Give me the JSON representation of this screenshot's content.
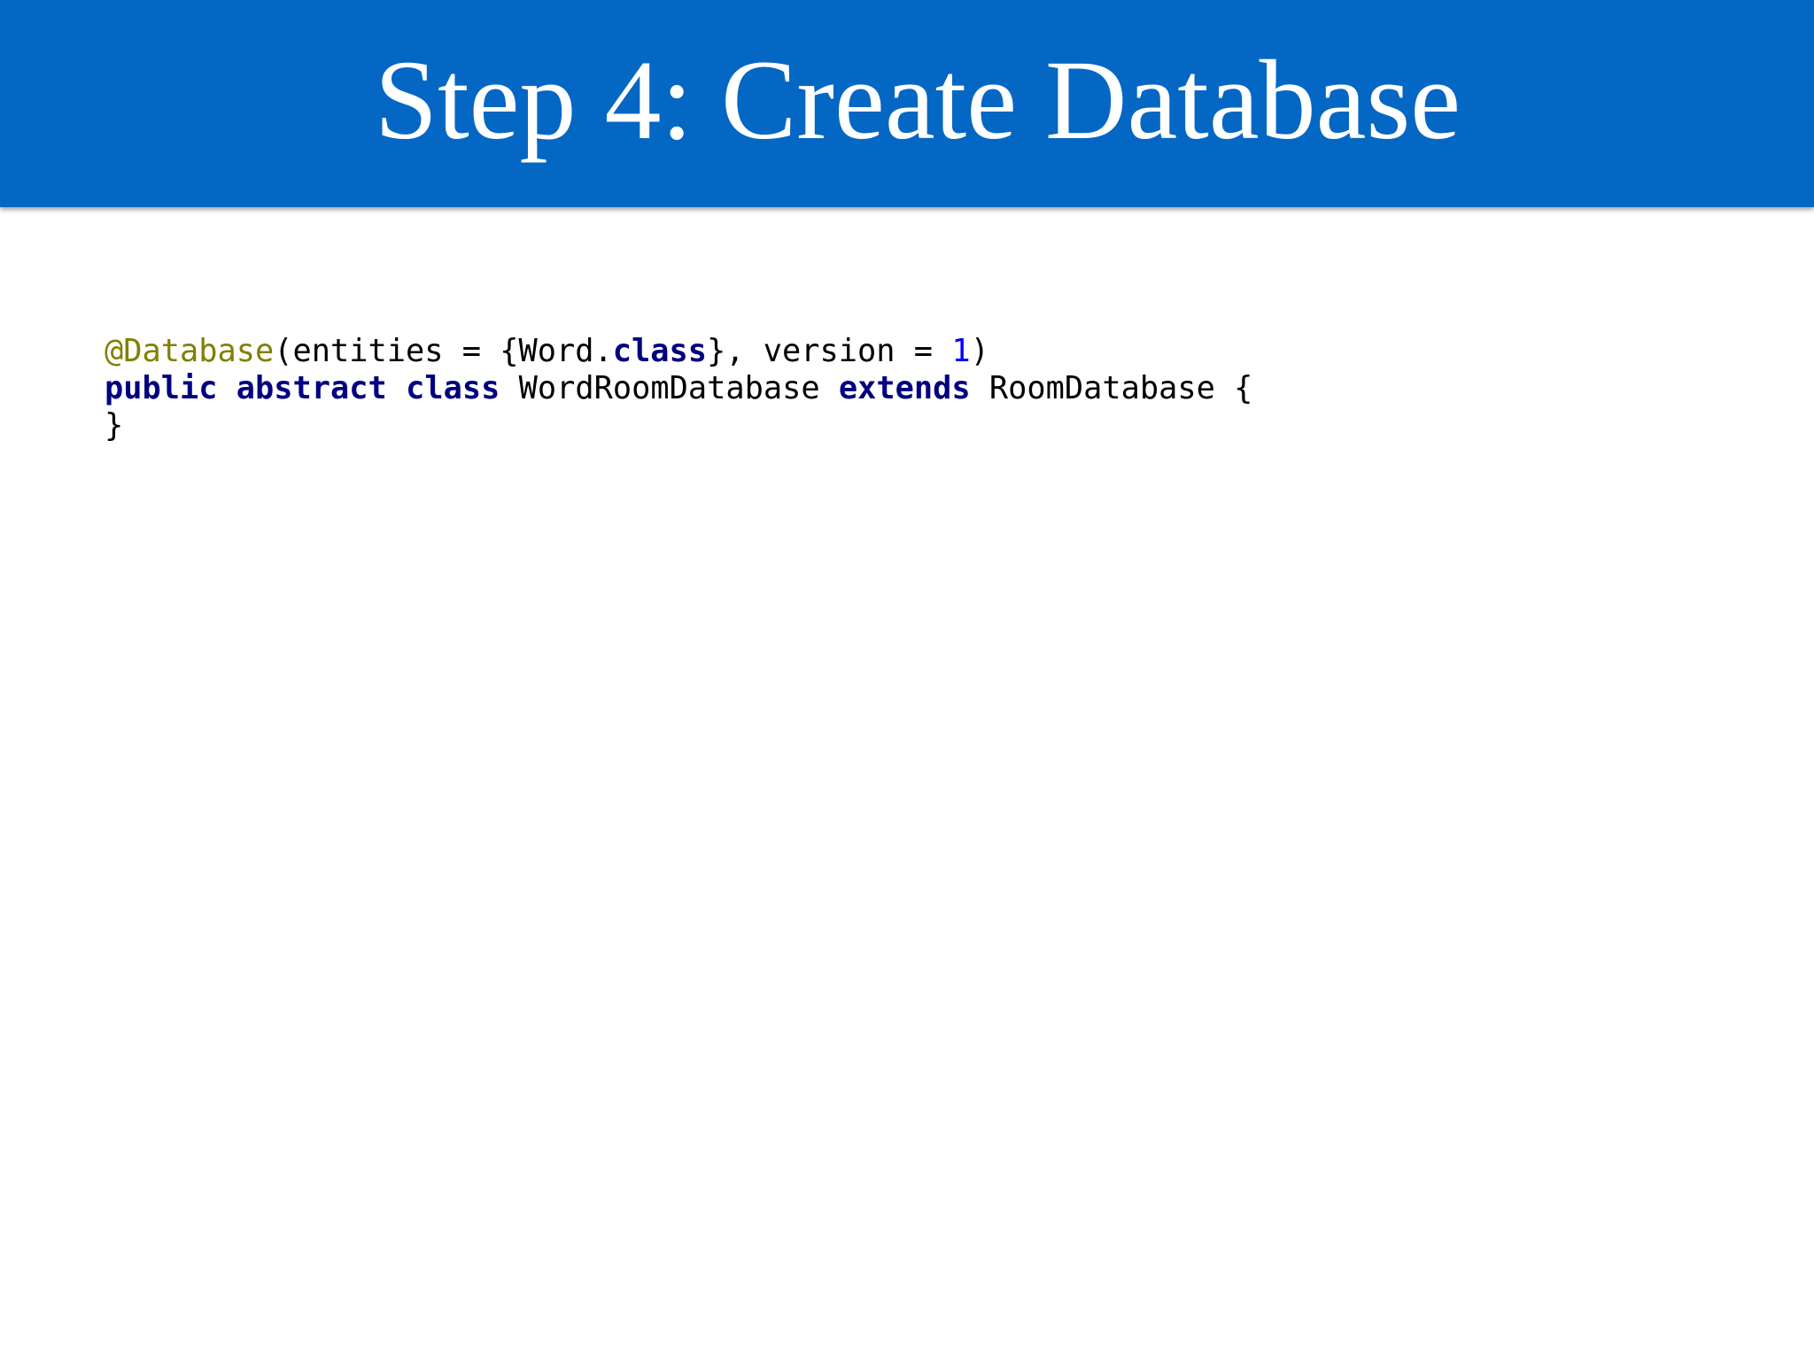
{
  "slide": {
    "title": "Step 4: Create Database",
    "colors": {
      "title_bar": "#0567c4",
      "title_text": "#ffffff",
      "annotation": "#808000",
      "keyword": "#000080",
      "number": "#0000ff",
      "plain": "#000000"
    }
  },
  "code": {
    "language": "java",
    "lines": [
      [
        {
          "type": "annotation",
          "text": "@Database"
        },
        {
          "type": "plain",
          "text": "(entities = {Word."
        },
        {
          "type": "keyword",
          "text": "class"
        },
        {
          "type": "plain",
          "text": "}, version = "
        },
        {
          "type": "number",
          "text": "1"
        },
        {
          "type": "plain",
          "text": ")"
        }
      ],
      [
        {
          "type": "keyword",
          "text": "public"
        },
        {
          "type": "plain",
          "text": " "
        },
        {
          "type": "keyword",
          "text": "abstract"
        },
        {
          "type": "plain",
          "text": " "
        },
        {
          "type": "keyword",
          "text": "class"
        },
        {
          "type": "plain",
          "text": " WordRoomDatabase "
        },
        {
          "type": "keyword",
          "text": "extends"
        },
        {
          "type": "plain",
          "text": " RoomDatabase {"
        }
      ],
      [
        {
          "type": "plain",
          "text": "}"
        }
      ]
    ]
  }
}
